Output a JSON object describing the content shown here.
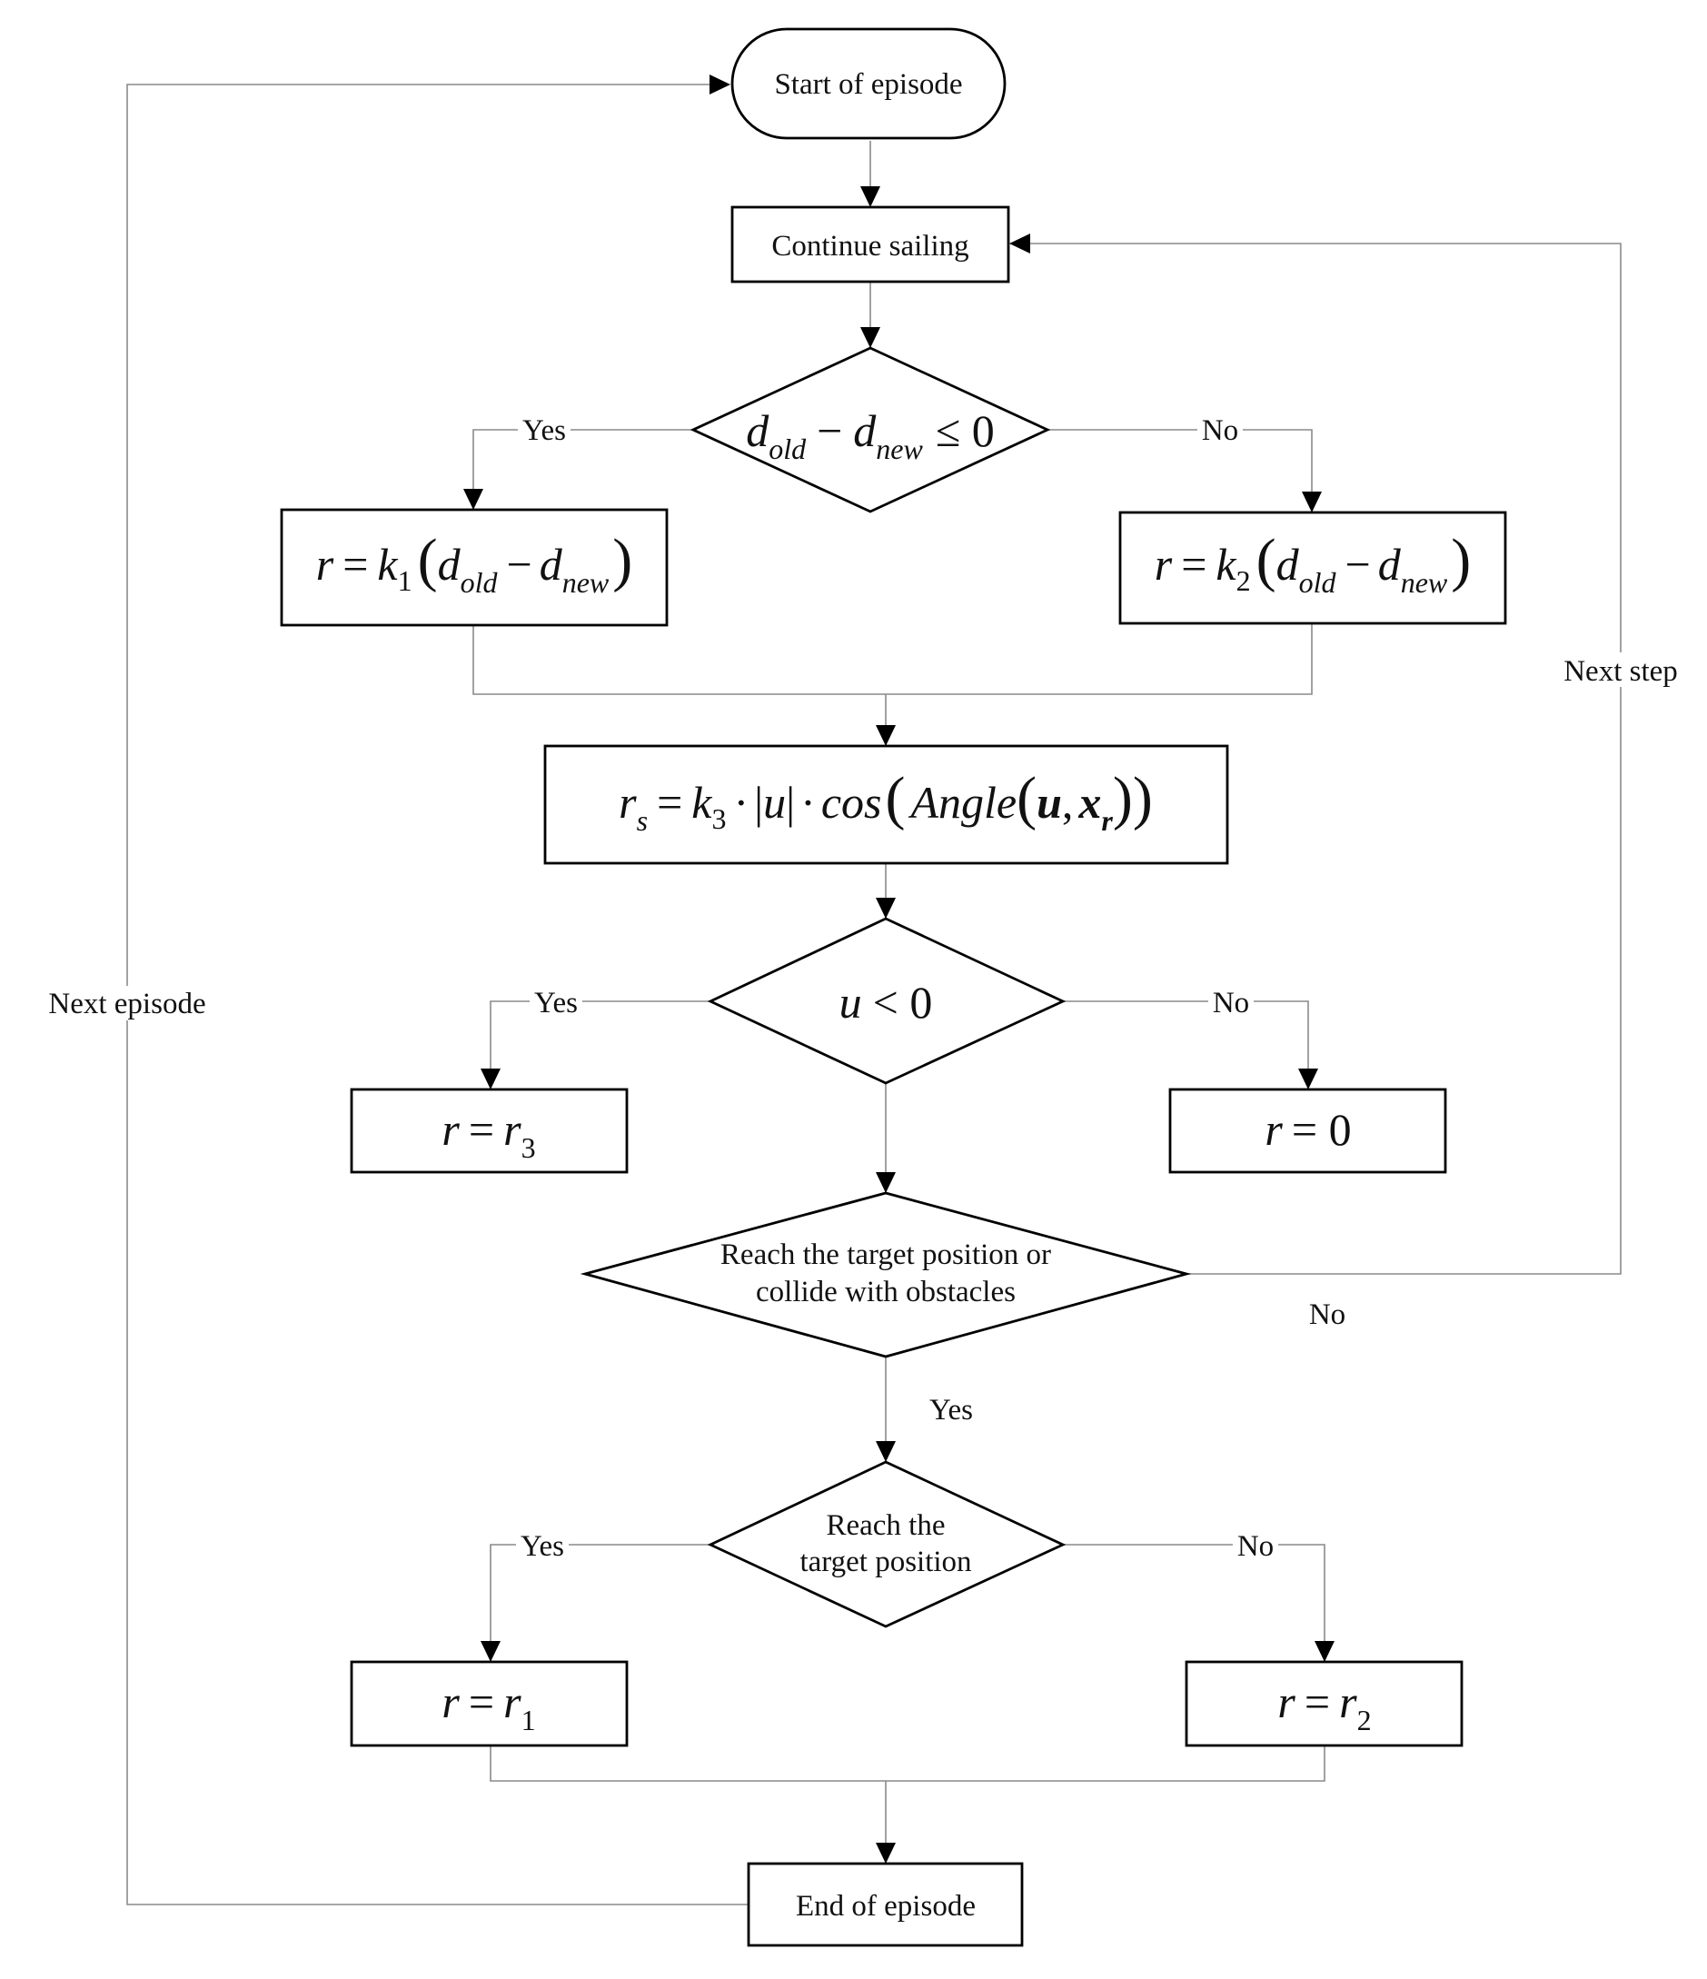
{
  "nodes": {
    "start": "Start of episode",
    "continue": "Continue sailing",
    "decision_distance": {
      "d": "d",
      "old": "old",
      "minus": "−",
      "new": "new",
      "rel": "≤ 0"
    },
    "reward_k1": {
      "r": "r",
      "eq": "=",
      "k": "k",
      "idx": "1",
      "d": "d",
      "old": "old",
      "minus": "−",
      "new": "new"
    },
    "reward_k2": {
      "r": "r",
      "eq": "=",
      "k": "k",
      "idx": "2",
      "d": "d",
      "old": "old",
      "minus": "−",
      "new": "new"
    },
    "reward_rs": {
      "r": "r",
      "s": "s",
      "eq": "=",
      "k": "k",
      "idx": "3",
      "dot": "·",
      "u": "u",
      "cos": "cos",
      "angle": "Angle",
      "vec_u": "u",
      "comma": ",",
      "x": "x",
      "xr": "r"
    },
    "decision_u": {
      "u": "u",
      "rel": "< 0"
    },
    "reward_r3": {
      "r": "r",
      "eq": "=",
      "ri": "r",
      "idx": "3"
    },
    "reward_zero": {
      "r": "r",
      "eq": "= 0"
    },
    "decision_terminal": {
      "line1": "Reach the target position or",
      "line2": "collide with obstacles"
    },
    "decision_target": {
      "line1": "Reach the",
      "line2": "target position"
    },
    "reward_r1": {
      "r": "r",
      "eq": "=",
      "ri": "r",
      "idx": "1"
    },
    "reward_r2": {
      "r": "r",
      "eq": "=",
      "ri": "r",
      "idx": "2"
    },
    "end": "End of episode"
  },
  "edge_labels": {
    "yes_1": "Yes",
    "no_1": "No",
    "yes_2": "Yes",
    "no_2": "No",
    "no_terminal": "No",
    "yes_terminal": "Yes",
    "yes_3": "Yes",
    "no_3": "No",
    "next_step": "Next step",
    "next_episode": "Next episode"
  }
}
